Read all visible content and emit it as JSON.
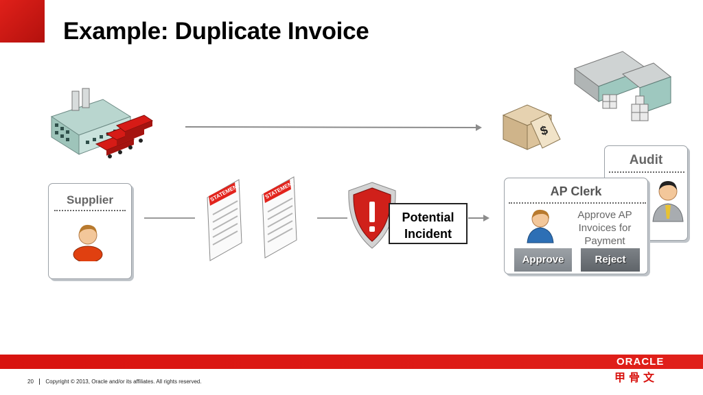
{
  "slide": {
    "title": "Example: Duplicate Invoice"
  },
  "supplier": {
    "title": "Supplier"
  },
  "incident": {
    "line1": "Potential",
    "line2": "Incident"
  },
  "ap_clerk": {
    "title": "AP Clerk",
    "description": [
      "Approve AP",
      "Invoices for",
      "Payment"
    ],
    "approve_label": "Approve",
    "reject_label": "Reject"
  },
  "audit": {
    "title": "Audit"
  },
  "statements": [
    "STATEMENT",
    "STATEMENT"
  ],
  "footer": {
    "page_number": "20",
    "copyright": "Copyright © 2013, Oracle and/or its affiliates. All rights reserved.",
    "brand": "ORACLE",
    "brand_cn": "甲骨文"
  },
  "colors": {
    "accent_red": "#d8130f",
    "approve_grey": "#8f9499",
    "reject_grey": "#6e7378"
  }
}
